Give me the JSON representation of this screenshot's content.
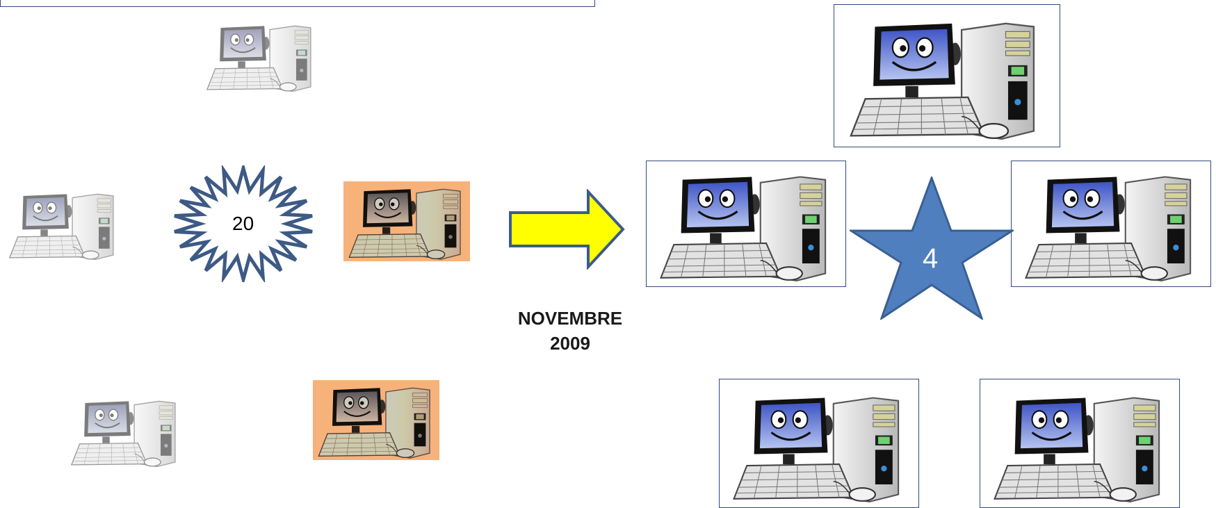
{
  "burst": {
    "value": "20"
  },
  "star": {
    "value": "4"
  },
  "date": {
    "month": "NOVEMBRE",
    "year": "2009"
  },
  "colors": {
    "frame_border": "#2f4b7c",
    "arrow_fill": "#ffff00",
    "arrow_stroke": "#3b5b8c",
    "star_fill": "#4f7fbf",
    "star_stroke": "#3a5f93",
    "burst_stroke": "#3d5a85",
    "orange_bg": "#f7b27a"
  }
}
